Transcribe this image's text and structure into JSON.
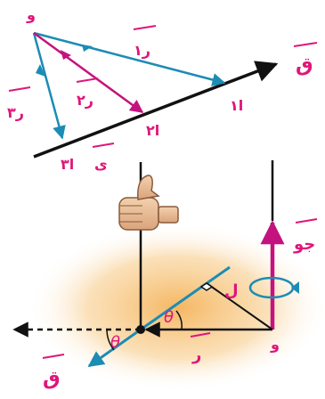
{
  "colors": {
    "teal": "#1C8CB4",
    "magenta": "#C4137E",
    "black": "#111111",
    "pink_label": "#E0157A",
    "glow": "#F4B35A"
  },
  "top_figure": {
    "origin_label": "و",
    "line_label": "ق",
    "vector_labels": [
      "ر١",
      "ر٢",
      "ر٣"
    ],
    "endpoint_labels": [
      "ا١",
      "ا٢",
      "ا٣"
    ],
    "direction_label": "ى"
  },
  "bottom_figure": {
    "origin_label": "و",
    "torque_label": "جو",
    "arm_label": "ل",
    "position_label": "ر",
    "line_label": "ق",
    "angle_symbol": "θ",
    "thumb_icon": "thumbs-up-icon",
    "rotation_icon": "rotation-arrow-icon"
  }
}
